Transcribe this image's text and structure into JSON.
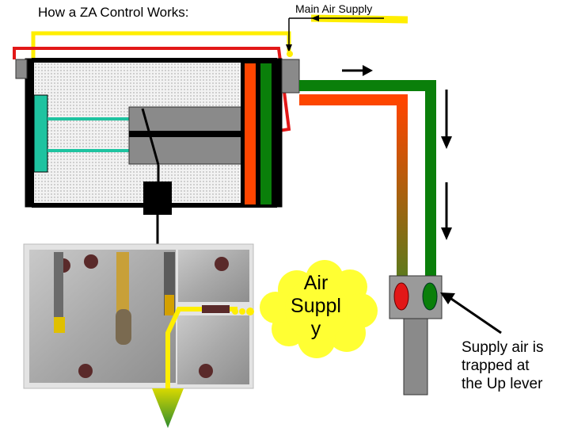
{
  "header": {
    "title": "How a ZA Control Works:"
  },
  "air_supply": {
    "label": "Main Air Supply"
  },
  "cloud": {
    "lines": [
      "Air",
      "Suppl",
      "y"
    ]
  },
  "note": {
    "lines": [
      "Supply air is",
      "trapped at",
      "the Up lever"
    ]
  },
  "colors": {
    "supply_line": "#ffee00",
    "return_line": "#e21818",
    "green_pipe": "#0a7f0a",
    "red_pipe": "#ff4500",
    "teal": "#1ec3a0",
    "gray": "#8a8a8a",
    "cloud": "#ffff33"
  }
}
